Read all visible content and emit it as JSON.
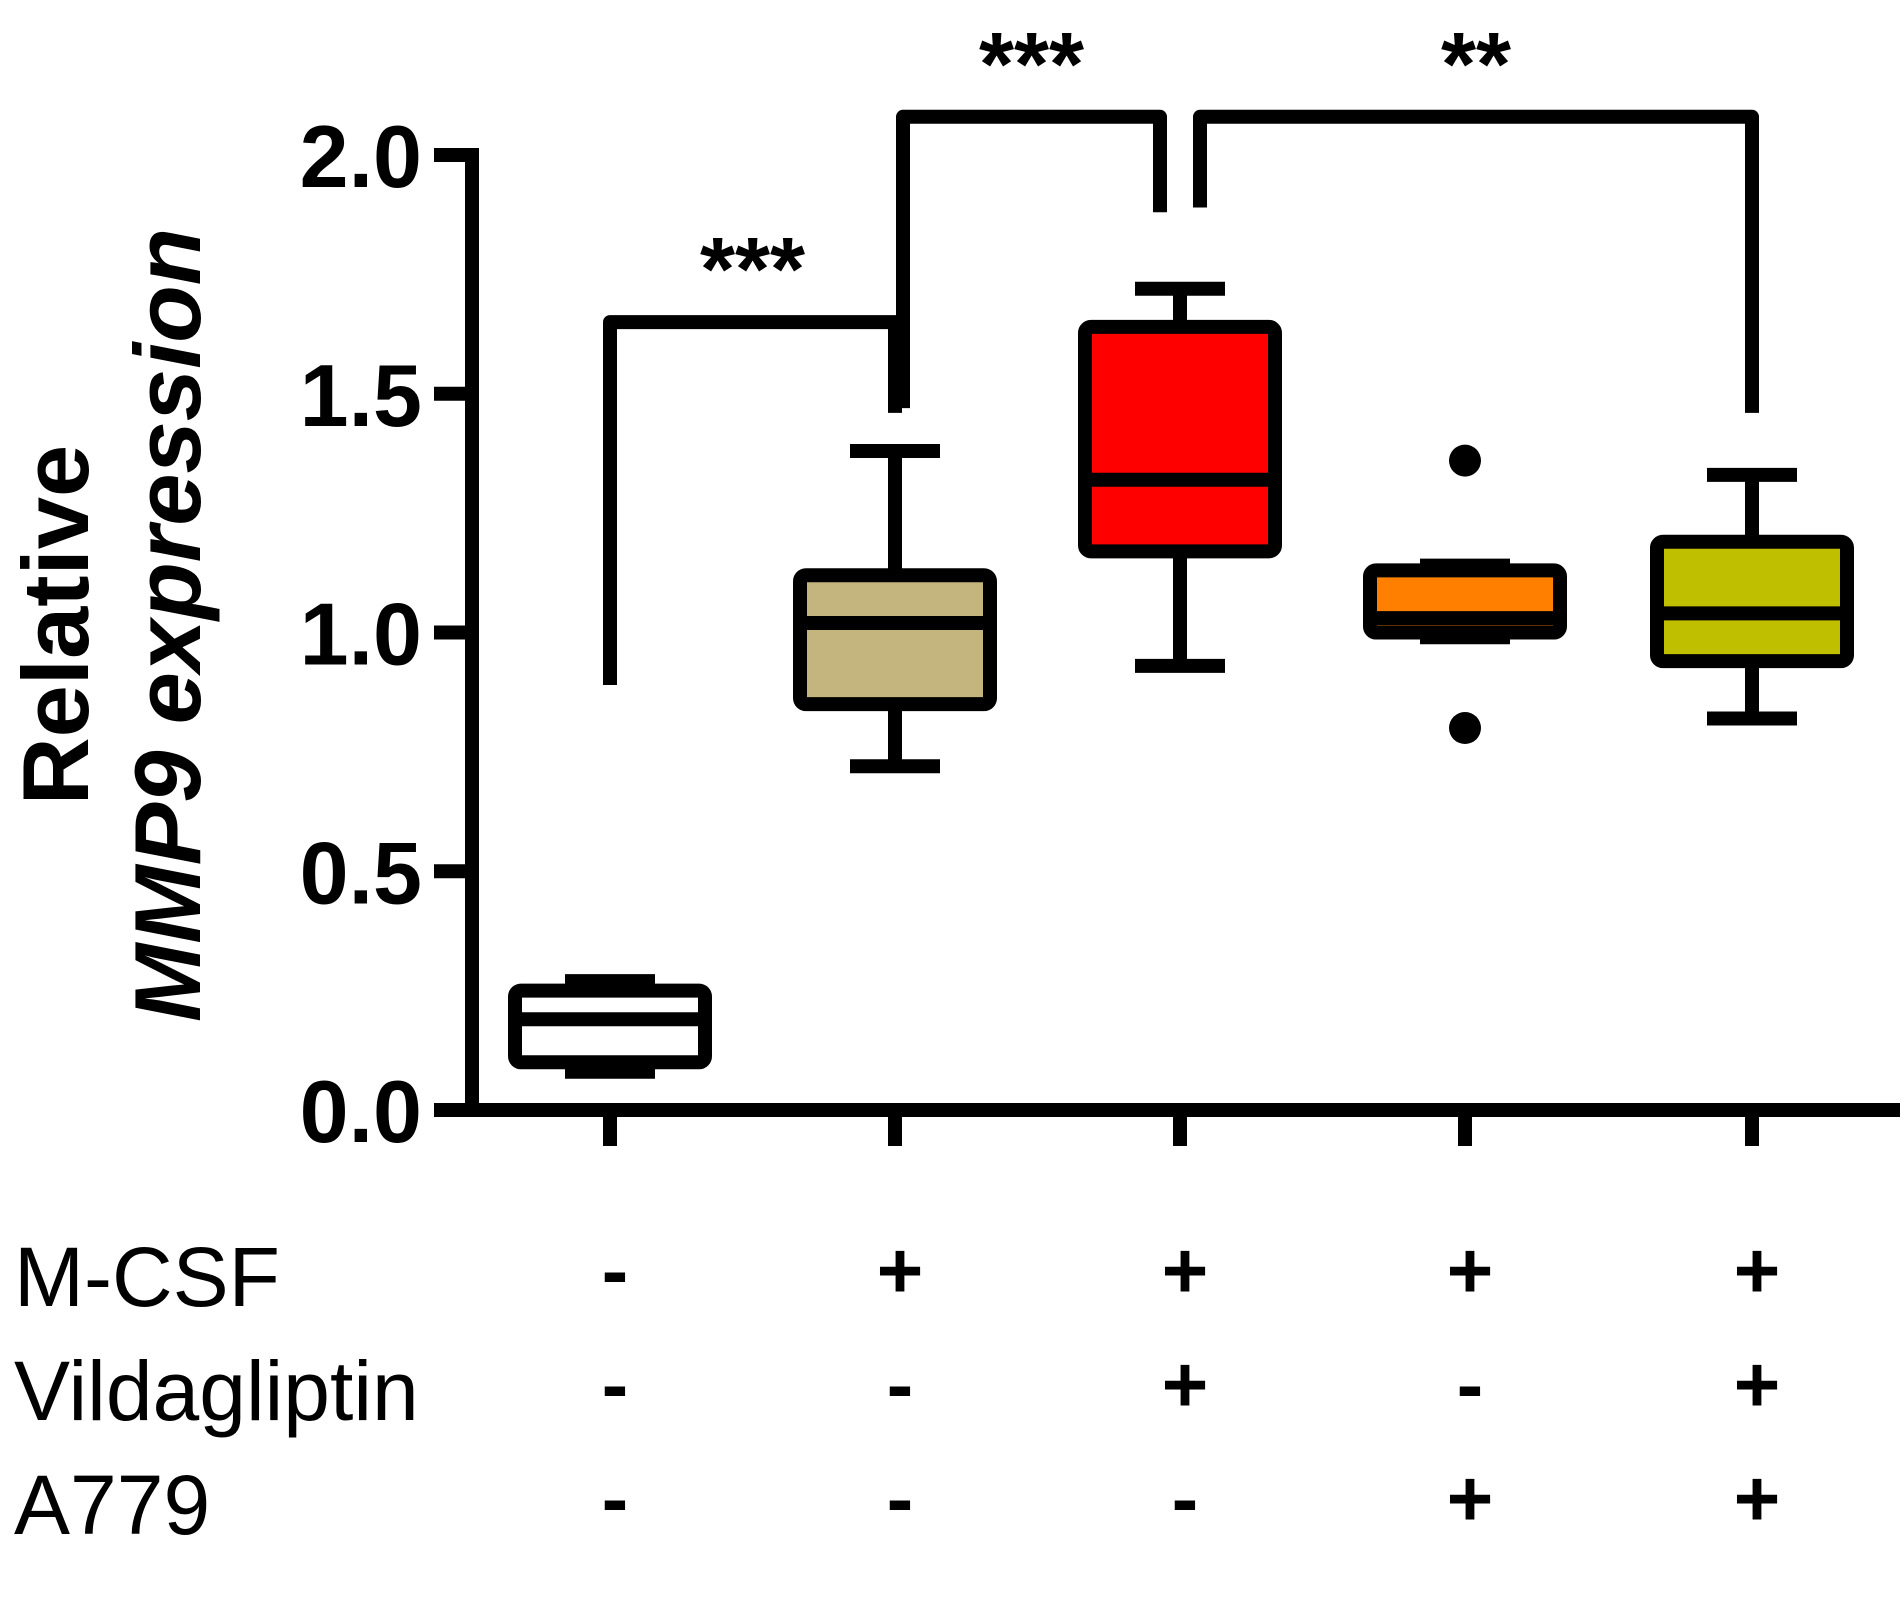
{
  "chart_data": {
    "type": "box",
    "ylabel_line1": "Relative",
    "ylabel_line2": "MMP9 expression",
    "ylim": [
      0,
      2.0
    ],
    "yticks": [
      "0.0",
      "0.5",
      "1.0",
      "1.5",
      "2.0"
    ],
    "ytick_values": [
      0,
      0.5,
      1.0,
      1.5,
      2.0
    ],
    "groups": [
      {
        "color": "#ffffff",
        "whisker_low": 0.08,
        "q1": 0.1,
        "median": 0.19,
        "q3": 0.25,
        "whisker_high": 0.27,
        "outliers": []
      },
      {
        "color": "#c4b57f",
        "whisker_low": 0.72,
        "q1": 0.85,
        "median": 1.02,
        "q3": 1.12,
        "whisker_high": 1.38,
        "outliers": []
      },
      {
        "color": "#ff0000",
        "whisker_low": 0.93,
        "q1": 1.17,
        "median": 1.32,
        "q3": 1.64,
        "whisker_high": 1.72,
        "outliers": []
      },
      {
        "color": "#ff8000",
        "whisker_low": 0.99,
        "q1": 1.0,
        "median": 1.03,
        "q3": 1.13,
        "whisker_high": 1.14,
        "outliers": [
          0.8,
          1.36
        ]
      },
      {
        "color": "#bfbf00",
        "whisker_low": 0.82,
        "q1": 0.94,
        "median": 1.04,
        "q3": 1.19,
        "whisker_high": 1.33,
        "outliers": []
      }
    ],
    "factors": [
      {
        "label": "M-CSF",
        "signs": [
          "-",
          "+",
          "+",
          "+",
          "+"
        ]
      },
      {
        "label": "Vildagliptin",
        "signs": [
          "-",
          "-",
          "+",
          "-",
          "+"
        ]
      },
      {
        "label": "A779",
        "signs": [
          "-",
          "-",
          "-",
          "+",
          "+"
        ]
      }
    ],
    "significance": [
      {
        "from": 0,
        "to": 1,
        "label": "***"
      },
      {
        "from": 1,
        "to": 2,
        "label": "***"
      },
      {
        "from": 2,
        "to": 4,
        "label": "**"
      }
    ]
  }
}
